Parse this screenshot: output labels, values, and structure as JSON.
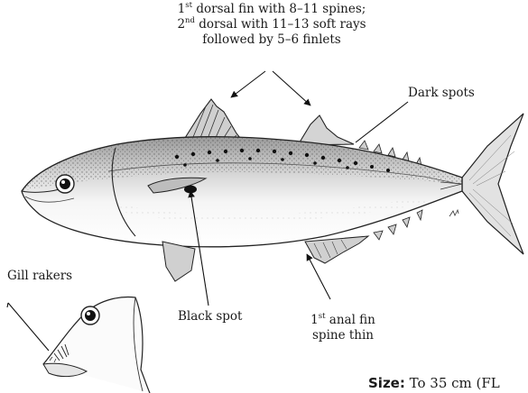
{
  "labels": {
    "dorsal": {
      "line1_sup": "st",
      "line1_text": " dorsal fin with 8–11 spines;",
      "line2_sup": "nd",
      "line2_text": " dorsal with 11–13 soft rays",
      "line3": "followed by 5–6 finlets",
      "line1_num": "1",
      "line2_num": "2"
    },
    "dark_spots": "Dark spots",
    "gill_rakers": "Gill rakers",
    "black_spot": "Black spot",
    "anal": {
      "num": "1",
      "sup": "st",
      "line1_text": " anal fin",
      "line2": "spine thin"
    }
  },
  "size": {
    "label": "Size:",
    "value": "To 35 cm (FL"
  }
}
